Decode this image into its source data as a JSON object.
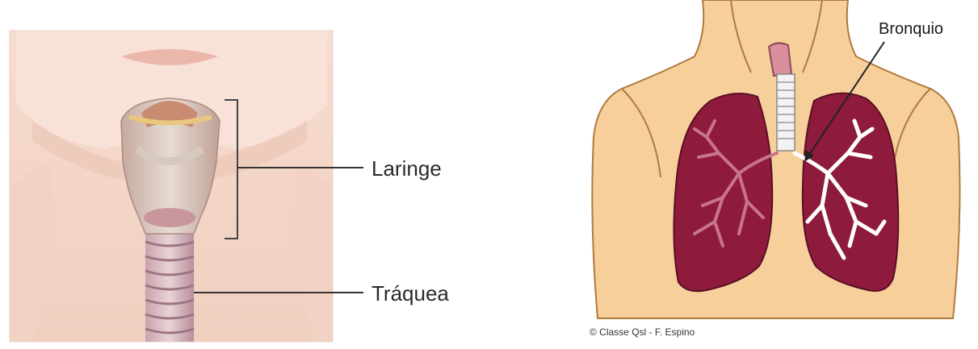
{
  "left_figure": {
    "labels": {
      "larynx": "Laringe",
      "trachea": "Tráquea"
    }
  },
  "right_figure": {
    "labels": {
      "bronchus": "Bronquio"
    },
    "credit": "© Classe Qsl - F. Espino"
  },
  "colors": {
    "skin_light": "#f3d6c8",
    "skin_torso": "#f7cf9a",
    "lung": "#8e1b3c",
    "bronchi": "#ffffff",
    "label_line": "#333333"
  }
}
